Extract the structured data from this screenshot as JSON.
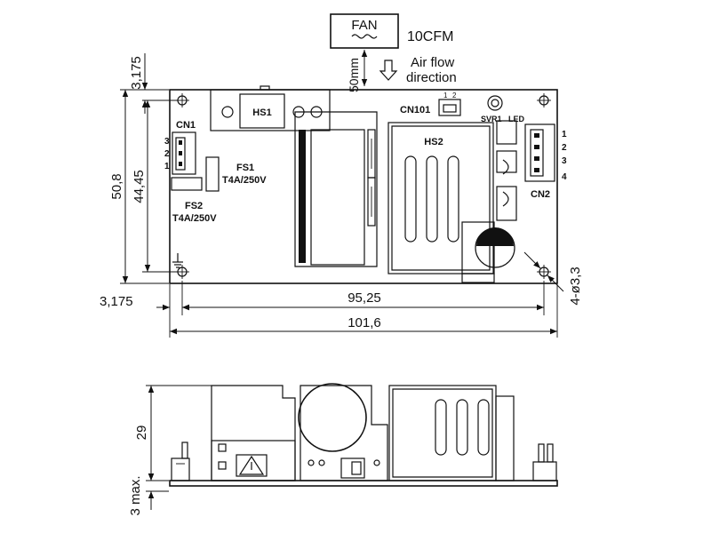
{
  "fan": {
    "label": "FAN",
    "rating": "10CFM",
    "distance": "50mm",
    "airflow_line1": "Air flow",
    "airflow_line2": "direction"
  },
  "top_view": {
    "hs1": "HS1",
    "hs2": "HS2",
    "cn1": "CN1",
    "cn1_pins": [
      "3",
      "2",
      "1"
    ],
    "cn2": "CN2",
    "cn2_pins": [
      "1",
      "2",
      "3",
      "4"
    ],
    "cn101": "CN101",
    "cn101_pins": [
      "1",
      "2"
    ],
    "svr1": "SVR1",
    "led": "LED",
    "fs1": "FS1",
    "fs1_rating": "T4A/250V",
    "fs2": "FS2",
    "fs2_rating": "T4A/250V"
  },
  "dimensions": {
    "top_offset": "3,175",
    "height_total": "50,8",
    "height_holes": "44,45",
    "left_offset": "3,175",
    "width_holes": "95,25",
    "width_total": "101,6",
    "holes": "4-ø3,3",
    "side_height": "29",
    "side_pcb": "3 max."
  }
}
